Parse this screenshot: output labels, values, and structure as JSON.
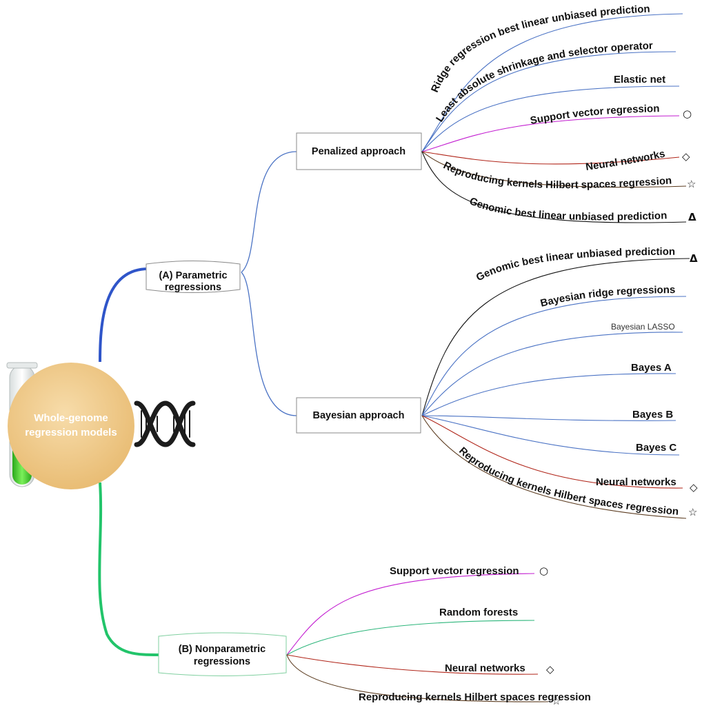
{
  "root": {
    "line1": "Whole-genome",
    "line2": "regression models"
  },
  "parametric": {
    "label_line1": "(A) Parametric",
    "label_line2": "regressions",
    "penalized": {
      "label": "Penalized approach",
      "leaves": [
        {
          "text": "Ridge regression best linear unbiased prediction",
          "symbol": "",
          "color": "#4a72c4"
        },
        {
          "text": "Least absolute shrinkage and selector operator",
          "symbol": "",
          "color": "#4a72c4"
        },
        {
          "text": "Elastic net",
          "symbol": "",
          "color": "#4a72c4"
        },
        {
          "text": "Support vector regression",
          "symbol": "○",
          "color": "#c21bd0"
        },
        {
          "text": "Neural networks",
          "symbol": "◇",
          "color": "#b02418"
        },
        {
          "text": "Reproducing kernels Hilbert spaces regression",
          "symbol": "☆",
          "color": "#5a3a1e"
        },
        {
          "text": "Genomic best linear unbiased prediction",
          "symbol": "Δ",
          "color": "#111111"
        }
      ]
    },
    "bayesian": {
      "label": "Bayesian approach",
      "leaves": [
        {
          "text": "Genomic best linear unbiased prediction",
          "symbol": "Δ",
          "color": "#111111"
        },
        {
          "text": "Bayesian ridge regressions",
          "symbol": "",
          "color": "#4a72c4"
        },
        {
          "text": "Bayesian LASSO",
          "symbol": "",
          "color": "#4a72c4"
        },
        {
          "text": "Bayes A",
          "symbol": "",
          "color": "#4a72c4"
        },
        {
          "text": "Bayes B",
          "symbol": "",
          "color": "#4a72c4"
        },
        {
          "text": "Bayes C",
          "symbol": "",
          "color": "#4a72c4"
        },
        {
          "text": "Neural networks",
          "symbol": "◇",
          "color": "#b02418"
        },
        {
          "text": "Reproducing kernels Hilbert spaces regression",
          "symbol": "☆",
          "color": "#5a3a1e"
        }
      ]
    }
  },
  "nonparametric": {
    "label_line1": "(B) Nonparametric",
    "label_line2": "regressions",
    "leaves": [
      {
        "text": "Support vector regression",
        "symbol": "○",
        "color": "#c21bd0"
      },
      {
        "text": "Random forests",
        "symbol": "",
        "color": "#2bb57a"
      },
      {
        "text": "Neural networks",
        "symbol": "◇",
        "color": "#b02418"
      },
      {
        "text": "Reproducing kernels Hilbert spaces regression",
        "symbol": "☆",
        "color": "#5a3a1e"
      }
    ]
  },
  "colors": {
    "parametric_branch": "#2f55c9",
    "nonparametric_branch": "#22c46a",
    "box_border": "#8a8a8a",
    "root_fill": "#f0c987",
    "tube_liquid": "#3fcf2a",
    "dna": "#1c1c1c"
  }
}
